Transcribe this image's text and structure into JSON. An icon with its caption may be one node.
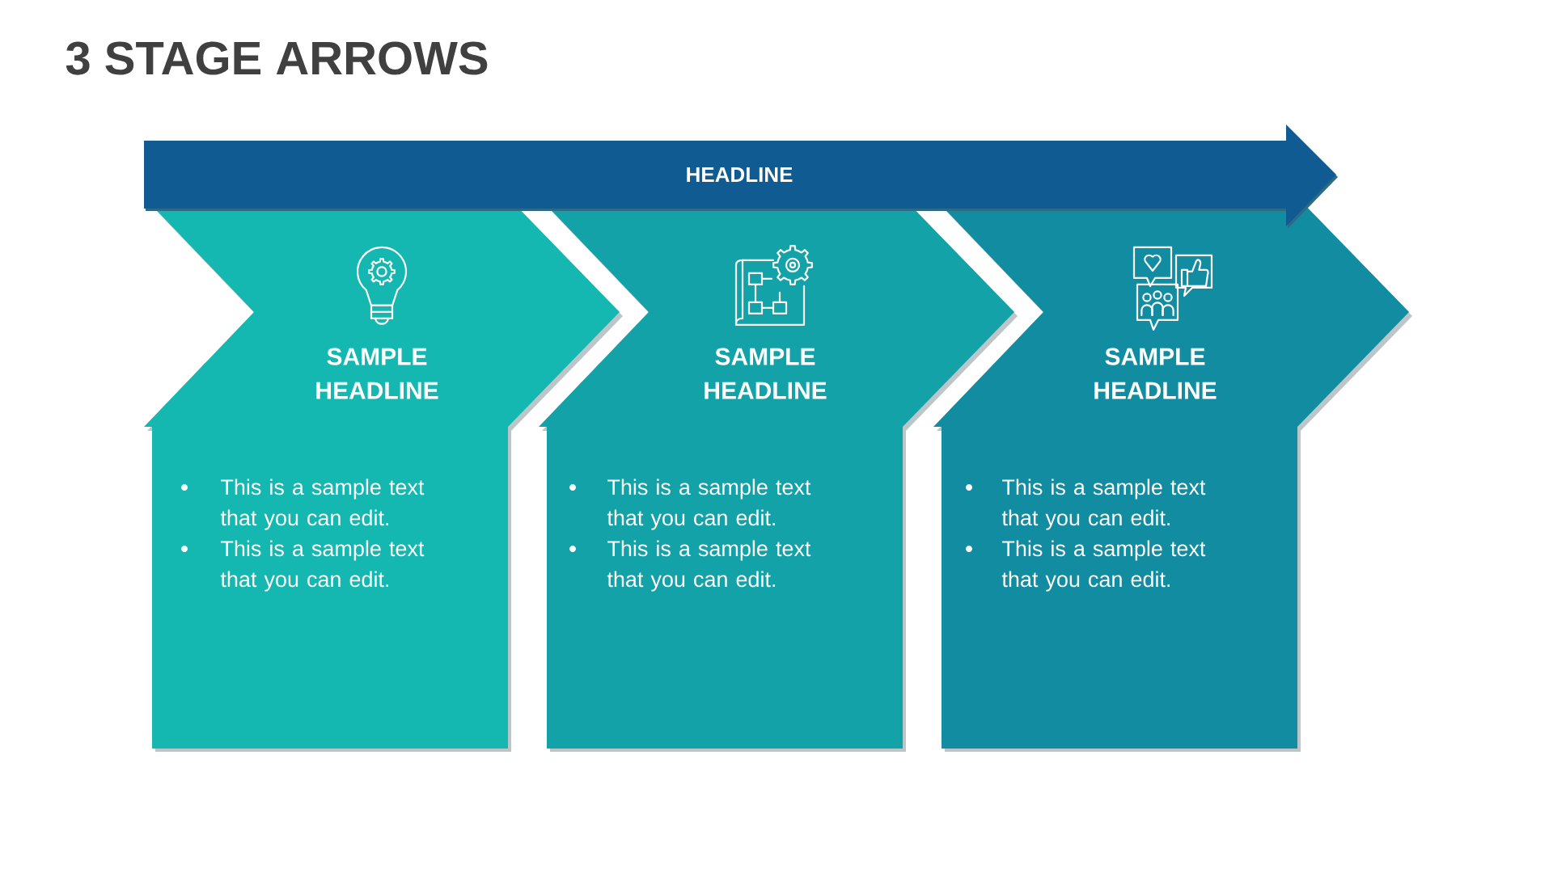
{
  "diagram": {
    "title": "3 STAGE ARROWS",
    "nodes": [
      {
        "text": [
          "HEADLINE"
        ]
      },
      {
        "text": [
          "SAMPLE HEADLINE"
        ]
      },
      {
        "text": [
          "This is a sample text that you can edit.",
          "This is a sample text that you can edit."
        ]
      },
      {
        "text": [
          "SAMPLE HEADLINE"
        ]
      },
      {
        "text": [
          "This is a sample text that you can edit.",
          "This is a sample text that you can edit."
        ]
      },
      {
        "text": [
          "SAMPLE HEADLINE"
        ]
      },
      {
        "text": [
          "This is a sample text that you can edit.",
          "This is a sample text that you can edit."
        ]
      }
    ]
  }
}
